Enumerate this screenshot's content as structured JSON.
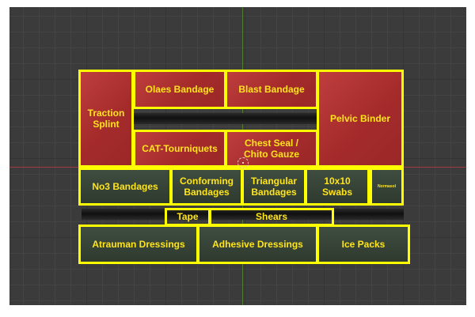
{
  "colors": {
    "outline": "#ffff00",
    "text": "#ffe51a",
    "red_block": "#b23535",
    "green_block": "#384538",
    "viewport_bg": "#3b3b3b"
  },
  "blocks": {
    "traction_splint": "Traction Splint",
    "olaes_bandage": "Olaes Bandage",
    "blast_bandage": "Blast Bandage",
    "pelvic_binder": "Pelvic Binder",
    "cat_tourniquets": "CAT-Tourniquets",
    "chest_seal": "Chest Seal / Chito Gauze",
    "no3_bandages": "No3 Bandages",
    "conforming_bandages": "Conforming Bandages",
    "triangular_bandages": "Triangular Bandages",
    "swabs": "10x10 Swabs",
    "normasol": "Normasol",
    "tape": "Tape",
    "shears": "Shears",
    "atrauman_dressings": "Atrauman Dressings",
    "adhesive_dressings": "Adhesive Dressings",
    "ice_packs": "Ice Packs"
  }
}
